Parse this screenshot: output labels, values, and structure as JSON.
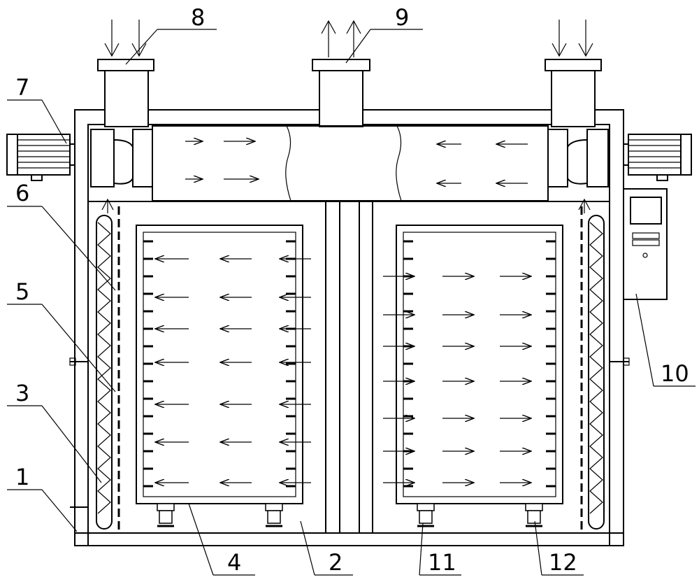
{
  "labels": {
    "l1": "1",
    "l2": "2",
    "l3": "3",
    "l4": "4",
    "l5": "5",
    "l6": "6",
    "l7": "7",
    "l8": "8",
    "l9": "9",
    "l10": "10",
    "l11": "11",
    "l12": "12"
  },
  "colors": {
    "line": "#000000",
    "background": "#ffffff"
  }
}
